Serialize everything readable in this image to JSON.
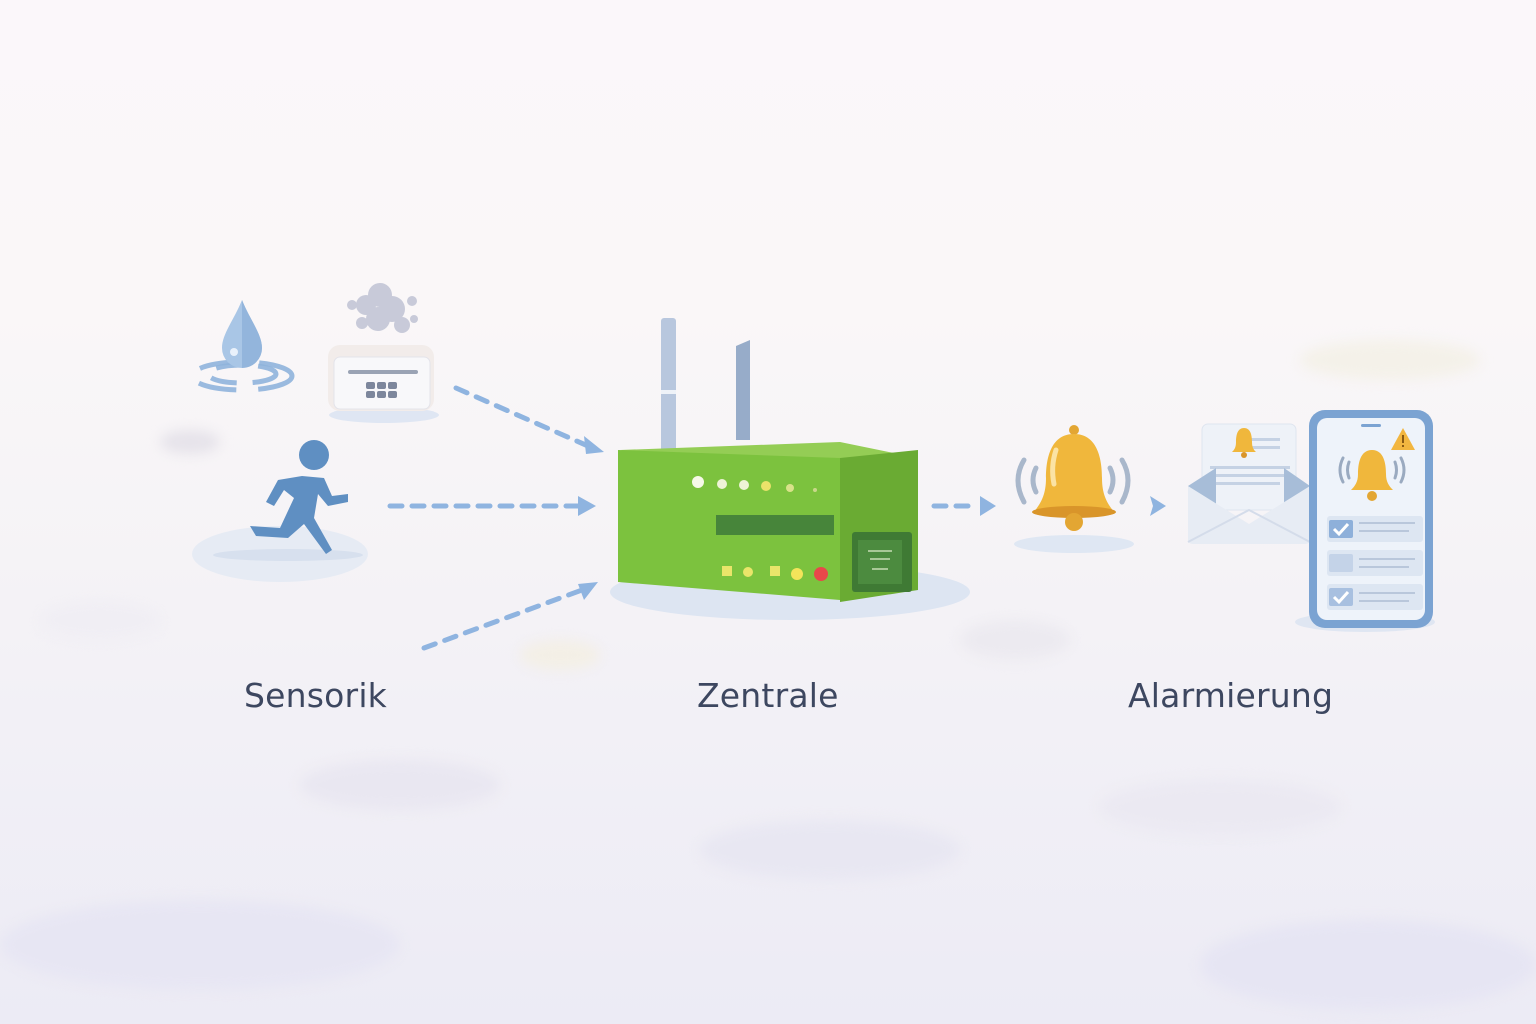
{
  "diagram": {
    "type": "flow",
    "stages": [
      {
        "id": "sensorik",
        "label": "Sensorik",
        "icons": [
          "water-leak-sensor",
          "smoke-detector",
          "motion-running-person"
        ]
      },
      {
        "id": "zentrale",
        "label": "Zentrale",
        "icons": [
          "green-control-unit-with-antennas"
        ]
      },
      {
        "id": "alarmierung",
        "label": "Alarmierung",
        "icons": [
          "alarm-bell",
          "email-notification",
          "smartphone-alert"
        ]
      }
    ],
    "edges": [
      {
        "from": "water-leak-sensor/smoke-detector",
        "to": "zentrale",
        "style": "dashed-arrow"
      },
      {
        "from": "motion-running-person",
        "to": "zentrale",
        "style": "dashed-arrow"
      },
      {
        "from": "sensorik-lower",
        "to": "zentrale",
        "style": "dashed-arrow"
      },
      {
        "from": "zentrale",
        "to": "alarm-bell",
        "style": "dashed-arrow"
      },
      {
        "from": "alarm-bell",
        "to": "email-notification",
        "style": "chevron"
      }
    ]
  },
  "labels": {
    "sensorik": "Sensorik",
    "zentrale": "Zentrale",
    "alarmierung": "Alarmierung"
  },
  "colors": {
    "arrow": "#8fb4e0",
    "icon_blue": "#5f8fc2",
    "box_green": "#7cc23e",
    "bell_gold": "#f0b73c",
    "label_text": "#3d4760",
    "led_red": "#e8484a",
    "led_yellow": "#f3e45a"
  }
}
